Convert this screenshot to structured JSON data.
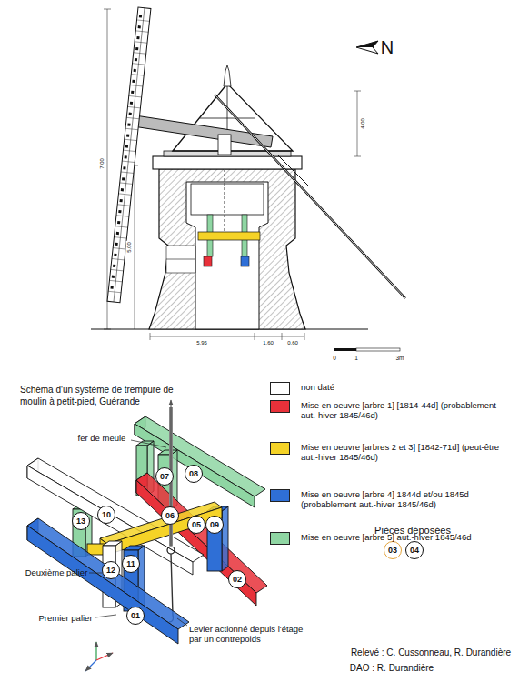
{
  "diagram": {
    "title": "Schéma d'un système de trempure de moulin à petit-pied, Guérande",
    "nodes": [
      {
        "text": [
          "08"
        ]
      },
      {
        "text": [
          "07"
        ]
      },
      {
        "text": [
          "10"
        ]
      },
      {
        "text": [
          "06"
        ]
      },
      {
        "text": [
          "13"
        ]
      },
      {
        "text": [
          "05"
        ]
      },
      {
        "text": [
          "09"
        ]
      },
      {
        "text": [
          "03"
        ]
      },
      {
        "text": [
          "04"
        ]
      },
      {
        "text": [
          "11"
        ]
      },
      {
        "text": [
          "12"
        ]
      },
      {
        "text": [
          "02"
        ]
      },
      {
        "text": [
          "01"
        ]
      }
    ],
    "labels": [
      "N",
      "7.00",
      "5.00",
      "4.00",
      "5.95",
      "1.60",
      "0.60",
      "0",
      "1",
      "3m",
      "fer de meule",
      "Deuxième palier",
      "Premier palier",
      "Levier actionné depuis l'étage par un contrepoids",
      "Pièces déposées",
      "Relevé : C. Cussonneau, R. Durandière",
      "DAO : R. Durandière"
    ],
    "legend": [
      {
        "text": "non daté",
        "color": "#ffffff"
      },
      {
        "text": "Mise en oeuvre [arbre 1] [1814-44d] (probablement aut.-hiver 1845/46d)",
        "color": "#e8313a"
      },
      {
        "text": "Mise en oeuvre [arbres 2 et 3] [1842-71d] (peut-être aut.-hiver 1845/46d)",
        "color": "#f5d327"
      },
      {
        "text": "Mise en oeuvre [arbre 4] 1844d et/ou 1845d (probablement aut.-hiver 1845/46d)",
        "color": "#2f6fd6"
      },
      {
        "text": "Mise en oeuvre [arbre 5] aut.-hiver 1845/46d",
        "color": "#8fd6a3"
      }
    ]
  }
}
